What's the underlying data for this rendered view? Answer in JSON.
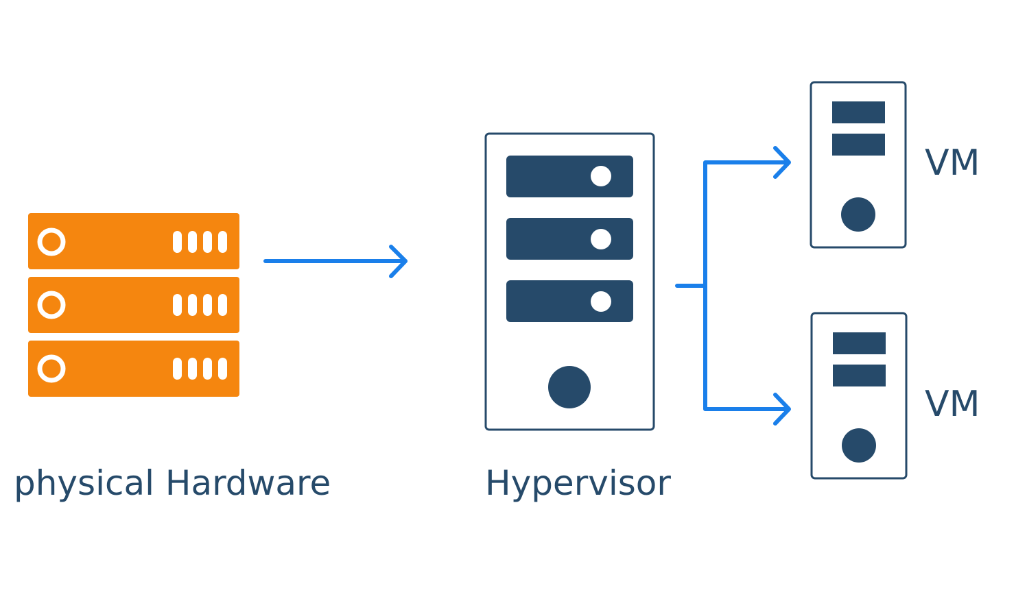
{
  "colors": {
    "hardware": "#F5860F",
    "server_dark": "#264A6A",
    "arrow": "#1A7FEA",
    "label_text": "#264A6A",
    "background": "#FFFFFF"
  },
  "nodes": {
    "physical_hardware": {
      "label": "physical Hardware",
      "icon": "server-rack-icon"
    },
    "hypervisor": {
      "label": "Hypervisor",
      "icon": "tower-server-icon"
    },
    "vms": [
      {
        "label": "VM",
        "icon": "tower-server-icon"
      },
      {
        "label": "VM",
        "icon": "tower-server-icon"
      }
    ]
  },
  "edges": [
    {
      "from": "physical_hardware",
      "to": "hypervisor"
    },
    {
      "from": "hypervisor",
      "to": "vm_1"
    },
    {
      "from": "hypervisor",
      "to": "vm_2"
    }
  ]
}
